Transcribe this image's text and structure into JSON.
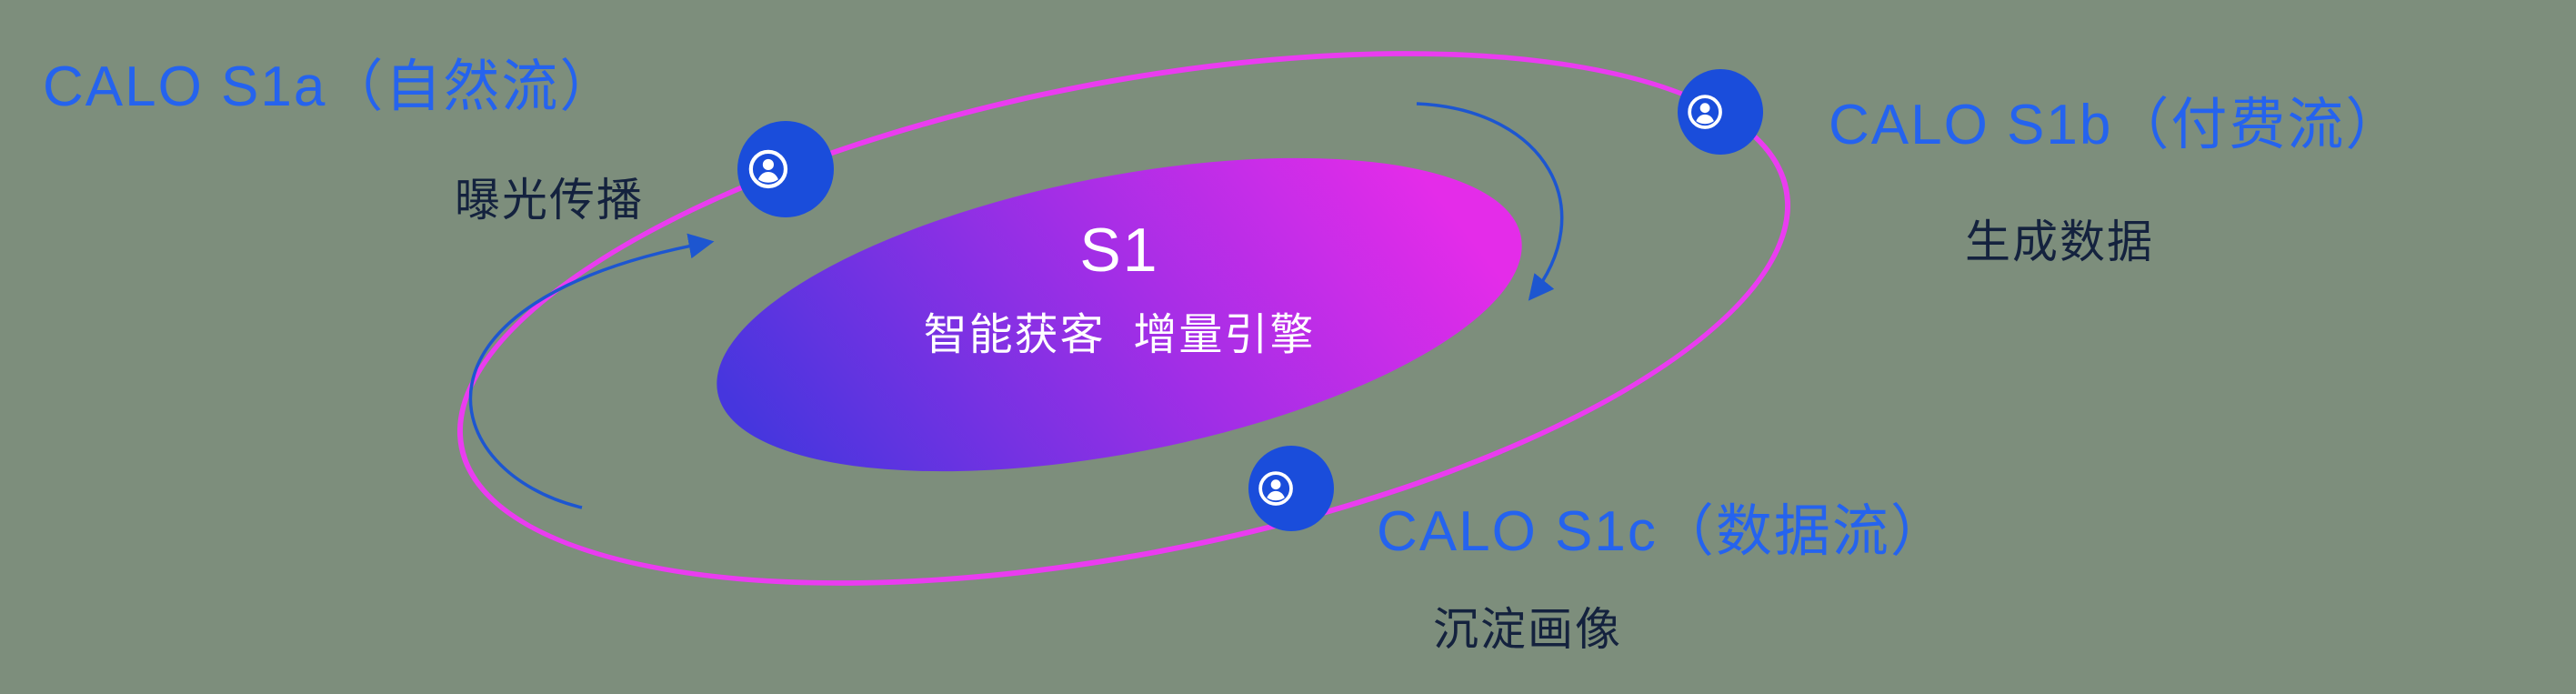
{
  "colors": {
    "background": "#7d8e7c",
    "accent_blue": "#2563ee",
    "node_blue": "#1a4ddb",
    "dark_text": "#14223e",
    "ring_magenta": "#ea3cf0",
    "gradient_start": "#4636de",
    "gradient_end": "#e42ce9",
    "arrow_blue": "#1d56d0"
  },
  "center": {
    "title": "S1",
    "subtitle": "智能获客  增量引擎"
  },
  "nodes": [
    {
      "id": "s1a",
      "label": "CALO S1a（自然流）",
      "sublabel": "曝光传播",
      "icon": "user-circle-icon"
    },
    {
      "id": "s1b",
      "label": "CALO S1b（付费流）",
      "sublabel": "生成数据",
      "icon": "user-circle-icon"
    },
    {
      "id": "s1c",
      "label": "CALO S1c（数据流）",
      "sublabel": "沉淀画像",
      "icon": "user-circle-icon"
    }
  ]
}
